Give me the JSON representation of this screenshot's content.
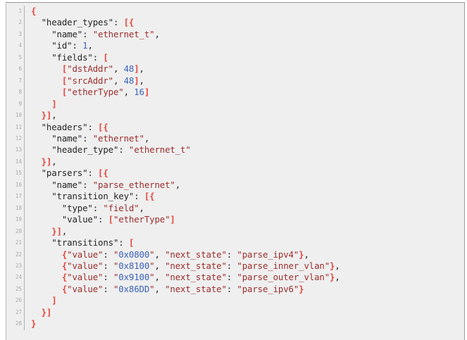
{
  "editor": {
    "name": "json-code-listing",
    "language": "json",
    "background_color": "#efefef",
    "border_color": "#9a9a9a",
    "gutter_color": "#a8a8a8",
    "total_lines": 28,
    "colors": {
      "punctuation": "#262626",
      "brace": "#e8453c",
      "key": "#262626",
      "string": "#9c2d2d",
      "number": "#3b62b8"
    }
  },
  "line_numbers": [
    "1",
    "2",
    "3",
    "4",
    "5",
    "6",
    "7",
    "8",
    "9",
    "10",
    "11",
    "12",
    "13",
    "14",
    "15",
    "16",
    "17",
    "18",
    "19",
    "20",
    "21",
    "22",
    "23",
    "24",
    "25",
    "26",
    "27",
    "28"
  ],
  "lines": [
    {
      "n": "1",
      "tokens": [
        {
          "t": "{",
          "c": "brace"
        }
      ]
    },
    {
      "n": "2",
      "tokens": [
        {
          "t": "  ",
          "c": "punct"
        },
        {
          "t": "\"header_types\"",
          "c": "key"
        },
        {
          "t": ": ",
          "c": "punct"
        },
        {
          "t": "[{",
          "c": "brace"
        }
      ]
    },
    {
      "n": "3",
      "tokens": [
        {
          "t": "    ",
          "c": "punct"
        },
        {
          "t": "\"name\"",
          "c": "key"
        },
        {
          "t": ": ",
          "c": "punct"
        },
        {
          "t": "\"ethernet_t\"",
          "c": "str"
        },
        {
          "t": ",",
          "c": "punct"
        }
      ]
    },
    {
      "n": "4",
      "tokens": [
        {
          "t": "    ",
          "c": "punct"
        },
        {
          "t": "\"id\"",
          "c": "key"
        },
        {
          "t": ": ",
          "c": "punct"
        },
        {
          "t": "1",
          "c": "num"
        },
        {
          "t": ",",
          "c": "punct"
        }
      ]
    },
    {
      "n": "5",
      "tokens": [
        {
          "t": "    ",
          "c": "punct"
        },
        {
          "t": "\"fields\"",
          "c": "key"
        },
        {
          "t": ": ",
          "c": "punct"
        },
        {
          "t": "[",
          "c": "brace"
        }
      ]
    },
    {
      "n": "6",
      "tokens": [
        {
          "t": "      ",
          "c": "punct"
        },
        {
          "t": "[",
          "c": "brace"
        },
        {
          "t": "\"dstAddr\"",
          "c": "str"
        },
        {
          "t": ", ",
          "c": "punct"
        },
        {
          "t": "48",
          "c": "num"
        },
        {
          "t": "]",
          "c": "brace"
        },
        {
          "t": ",",
          "c": "punct"
        }
      ]
    },
    {
      "n": "7",
      "tokens": [
        {
          "t": "      ",
          "c": "punct"
        },
        {
          "t": "[",
          "c": "brace"
        },
        {
          "t": "\"srcAddr\"",
          "c": "str"
        },
        {
          "t": ", ",
          "c": "punct"
        },
        {
          "t": "48",
          "c": "num"
        },
        {
          "t": "]",
          "c": "brace"
        },
        {
          "t": ",",
          "c": "punct"
        }
      ]
    },
    {
      "n": "8",
      "tokens": [
        {
          "t": "      ",
          "c": "punct"
        },
        {
          "t": "[",
          "c": "brace"
        },
        {
          "t": "\"etherType\"",
          "c": "str"
        },
        {
          "t": ", ",
          "c": "punct"
        },
        {
          "t": "16",
          "c": "num"
        },
        {
          "t": "]",
          "c": "brace"
        }
      ]
    },
    {
      "n": "9",
      "tokens": [
        {
          "t": "    ",
          "c": "punct"
        },
        {
          "t": "]",
          "c": "brace"
        }
      ]
    },
    {
      "n": "10",
      "tokens": [
        {
          "t": "  ",
          "c": "punct"
        },
        {
          "t": "}]",
          "c": "brace"
        },
        {
          "t": ",",
          "c": "punct"
        }
      ]
    },
    {
      "n": "11",
      "tokens": [
        {
          "t": "  ",
          "c": "punct"
        },
        {
          "t": "\"headers\"",
          "c": "key"
        },
        {
          "t": ": ",
          "c": "punct"
        },
        {
          "t": "[{",
          "c": "brace"
        }
      ]
    },
    {
      "n": "12",
      "tokens": [
        {
          "t": "    ",
          "c": "punct"
        },
        {
          "t": "\"name\"",
          "c": "key"
        },
        {
          "t": ": ",
          "c": "punct"
        },
        {
          "t": "\"ethernet\"",
          "c": "str"
        },
        {
          "t": ",",
          "c": "punct"
        }
      ]
    },
    {
      "n": "13",
      "tokens": [
        {
          "t": "    ",
          "c": "punct"
        },
        {
          "t": "\"header_type\"",
          "c": "key"
        },
        {
          "t": ": ",
          "c": "punct"
        },
        {
          "t": "\"ethernet_t\"",
          "c": "str"
        }
      ]
    },
    {
      "n": "14",
      "tokens": [
        {
          "t": "  ",
          "c": "punct"
        },
        {
          "t": "}]",
          "c": "brace"
        },
        {
          "t": ",",
          "c": "punct"
        }
      ]
    },
    {
      "n": "15",
      "tokens": [
        {
          "t": "  ",
          "c": "punct"
        },
        {
          "t": "\"parsers\"",
          "c": "key"
        },
        {
          "t": ": ",
          "c": "punct"
        },
        {
          "t": "[{",
          "c": "brace"
        }
      ]
    },
    {
      "n": "16",
      "tokens": [
        {
          "t": "    ",
          "c": "punct"
        },
        {
          "t": "\"name\"",
          "c": "key"
        },
        {
          "t": ": ",
          "c": "punct"
        },
        {
          "t": "\"parse_ethernet\"",
          "c": "str"
        },
        {
          "t": ",",
          "c": "punct"
        }
      ]
    },
    {
      "n": "17",
      "tokens": [
        {
          "t": "    ",
          "c": "punct"
        },
        {
          "t": "\"transition_key\"",
          "c": "key"
        },
        {
          "t": ": ",
          "c": "punct"
        },
        {
          "t": "[{",
          "c": "brace"
        }
      ]
    },
    {
      "n": "18",
      "tokens": [
        {
          "t": "      ",
          "c": "punct"
        },
        {
          "t": "\"type\"",
          "c": "key"
        },
        {
          "t": ": ",
          "c": "punct"
        },
        {
          "t": "\"field\"",
          "c": "str"
        },
        {
          "t": ",",
          "c": "punct"
        }
      ]
    },
    {
      "n": "19",
      "tokens": [
        {
          "t": "      ",
          "c": "punct"
        },
        {
          "t": "\"value\"",
          "c": "key"
        },
        {
          "t": ": ",
          "c": "punct"
        },
        {
          "t": "[",
          "c": "brace"
        },
        {
          "t": "\"etherType\"",
          "c": "str"
        },
        {
          "t": "]",
          "c": "brace"
        }
      ]
    },
    {
      "n": "20",
      "tokens": [
        {
          "t": "    ",
          "c": "punct"
        },
        {
          "t": "}]",
          "c": "brace"
        },
        {
          "t": ",",
          "c": "punct"
        }
      ]
    },
    {
      "n": "21",
      "tokens": [
        {
          "t": "    ",
          "c": "punct"
        },
        {
          "t": "\"transitions\"",
          "c": "key"
        },
        {
          "t": ": ",
          "c": "punct"
        },
        {
          "t": "[",
          "c": "brace"
        }
      ]
    },
    {
      "n": "22",
      "tokens": [
        {
          "t": "      ",
          "c": "punct"
        },
        {
          "t": "{",
          "c": "brace"
        },
        {
          "t": "\"value\"",
          "c": "str"
        },
        {
          "t": ": ",
          "c": "punct"
        },
        {
          "t": "\"",
          "c": "quote"
        },
        {
          "t": "0x0800",
          "c": "num"
        },
        {
          "t": "\"",
          "c": "quote"
        },
        {
          "t": ", ",
          "c": "punct"
        },
        {
          "t": "\"next_state\"",
          "c": "str"
        },
        {
          "t": ": ",
          "c": "punct"
        },
        {
          "t": "\"parse_ipv4\"",
          "c": "str"
        },
        {
          "t": "}",
          "c": "brace"
        },
        {
          "t": ",",
          "c": "punct"
        }
      ]
    },
    {
      "n": "23",
      "tokens": [
        {
          "t": "      ",
          "c": "punct"
        },
        {
          "t": "{",
          "c": "brace"
        },
        {
          "t": "\"value\"",
          "c": "str"
        },
        {
          "t": ": ",
          "c": "punct"
        },
        {
          "t": "\"",
          "c": "quote"
        },
        {
          "t": "0x8100",
          "c": "num"
        },
        {
          "t": "\"",
          "c": "quote"
        },
        {
          "t": ", ",
          "c": "punct"
        },
        {
          "t": "\"next_state\"",
          "c": "str"
        },
        {
          "t": ": ",
          "c": "punct"
        },
        {
          "t": "\"parse_inner_vlan\"",
          "c": "str"
        },
        {
          "t": "}",
          "c": "brace"
        },
        {
          "t": ",",
          "c": "punct"
        }
      ]
    },
    {
      "n": "24",
      "tokens": [
        {
          "t": "      ",
          "c": "punct"
        },
        {
          "t": "{",
          "c": "brace"
        },
        {
          "t": "\"value\"",
          "c": "str"
        },
        {
          "t": ": ",
          "c": "punct"
        },
        {
          "t": "\"",
          "c": "quote"
        },
        {
          "t": "0x9100",
          "c": "num"
        },
        {
          "t": "\"",
          "c": "quote"
        },
        {
          "t": ", ",
          "c": "punct"
        },
        {
          "t": "\"next_state\"",
          "c": "str"
        },
        {
          "t": ": ",
          "c": "punct"
        },
        {
          "t": "\"parse_outer_vlan\"",
          "c": "str"
        },
        {
          "t": "}",
          "c": "brace"
        },
        {
          "t": ",",
          "c": "punct"
        }
      ]
    },
    {
      "n": "25",
      "tokens": [
        {
          "t": "      ",
          "c": "punct"
        },
        {
          "t": "{",
          "c": "brace"
        },
        {
          "t": "\"value\"",
          "c": "str"
        },
        {
          "t": ": ",
          "c": "punct"
        },
        {
          "t": "\"",
          "c": "quote"
        },
        {
          "t": "0x86DD",
          "c": "num"
        },
        {
          "t": "\"",
          "c": "quote"
        },
        {
          "t": ", ",
          "c": "punct"
        },
        {
          "t": "\"next_state\"",
          "c": "str"
        },
        {
          "t": ": ",
          "c": "punct"
        },
        {
          "t": "\"parse_ipv6\"",
          "c": "str"
        },
        {
          "t": "}",
          "c": "brace"
        }
      ]
    },
    {
      "n": "26",
      "tokens": [
        {
          "t": "    ",
          "c": "punct"
        },
        {
          "t": "]",
          "c": "brace"
        }
      ]
    },
    {
      "n": "27",
      "tokens": [
        {
          "t": "  ",
          "c": "punct"
        },
        {
          "t": "}]",
          "c": "brace"
        }
      ]
    },
    {
      "n": "28",
      "tokens": [
        {
          "t": "}",
          "c": "brace"
        }
      ]
    }
  ]
}
